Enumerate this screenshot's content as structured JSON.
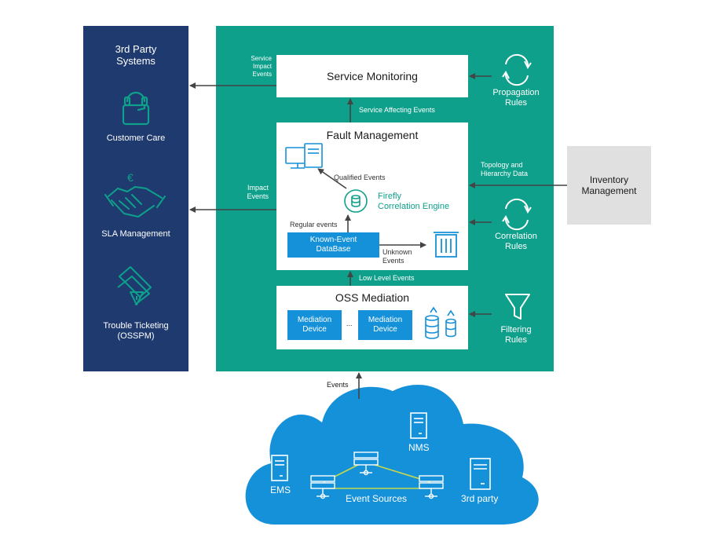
{
  "third_party": {
    "title": "3rd Party\nSystems",
    "customer_care": "Customer Care",
    "sla_management": "SLA Management",
    "trouble_ticketing": "Trouble Ticketing\n(OSSPM)",
    "euro_symbol": "€"
  },
  "service_monitoring": {
    "title": "Service Monitoring",
    "impact_label": "Service\nImpact\nEvents",
    "affecting_label": "Service Affecting Events"
  },
  "fault_management": {
    "title": "Fault Management",
    "qualified_events": "Qualified Events",
    "engine": "Firefly\nCorrelation Engine",
    "regular_events": "Regular events",
    "known_event_db": "Known-Event\nDataBase",
    "unknown_events": "Unknown\nEvents",
    "impact_events": "Impact\nEvents",
    "low_level_events": "Low Level Events"
  },
  "oss_mediation": {
    "title": "OSS Mediation",
    "device1": "Mediation\nDevice",
    "ellipsis": "...",
    "device2": "Mediation\nDevice"
  },
  "rules": {
    "propagation": "Propagation\nRules",
    "correlation": "Correlation\nRules",
    "filtering": "Filtering\nRules",
    "topology": "Topology and\nHierarchy Data"
  },
  "inventory": {
    "title": "Inventory\nManagement"
  },
  "cloud": {
    "events": "Events",
    "nms": "NMS",
    "ems": "EMS",
    "event_sources": "Event Sources",
    "third_party": "3rd party"
  },
  "colors": {
    "navy": "#1e3a6e",
    "teal": "#0ea08a",
    "blue": "#1591d9",
    "gray": "#e0e0e0",
    "line_green": "#c8d84a"
  }
}
